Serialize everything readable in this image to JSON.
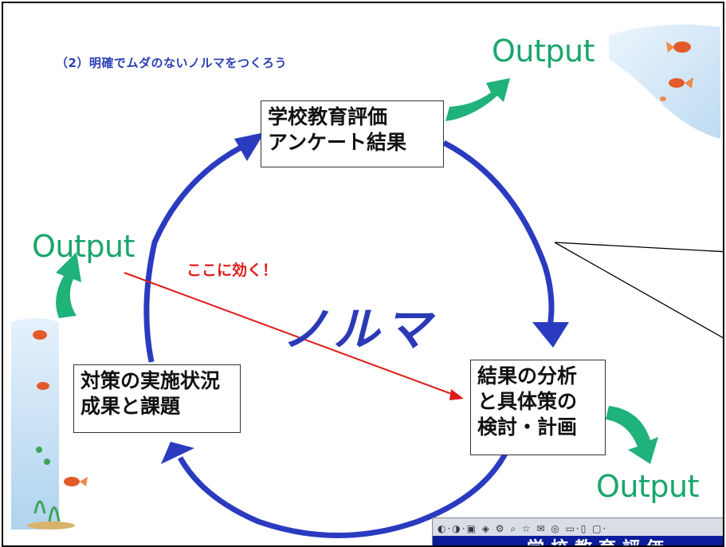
{
  "subtitle": "（2）明確でムダのないノルマをつくろう",
  "outputs": {
    "top_right": "Output",
    "left": "Output",
    "bottom_right": "Output"
  },
  "boxes": {
    "top": {
      "line1": "学校教育評価",
      "line2": "アンケート結果"
    },
    "right": {
      "line1": "結果の分析",
      "line2": "と具体策の",
      "line3": "検討・計画"
    },
    "left": {
      "line1": "対策の実施状況",
      "line2": "成果と課題"
    }
  },
  "center_label": "ノルマ",
  "annotation": "ここに効く！",
  "thumbnail": {
    "toolbar_icons": "◐·◑·▣ ◈ ⚙ ⌕ ☆ ✉ ◎ ▭·▯ ▢·",
    "title_fragment": "学校教育評価"
  },
  "colors": {
    "cycle_blue": "#2b3bc0",
    "output_green": "#1aa66b",
    "arrow_green": "#1fb27a",
    "annotation_red": "#e01a1a"
  }
}
